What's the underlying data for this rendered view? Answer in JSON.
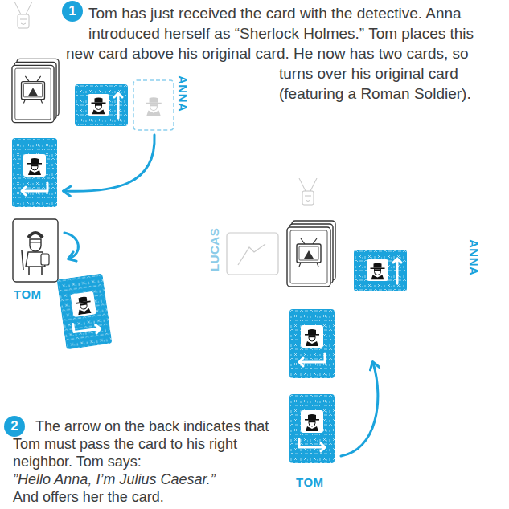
{
  "diagram": {
    "labels": [
      "1",
      "Tom has just received the card with the detective. Anna introduced herself as “Sherlock Holmes.” Tom places this new card above his original card. He now has two cards, so turns over his original card (featuring a Roman Soldier).",
      "ANNA",
      "TOM",
      "2",
      "The arrow on the back indicates that Tom must pass the card to his right neighbor. Tom says:",
      "”Hello Anna, I’m Julius Caesar.”",
      "And offers her the card.",
      "LUCAS",
      "ANNA",
      "TOM"
    ]
  }
}
